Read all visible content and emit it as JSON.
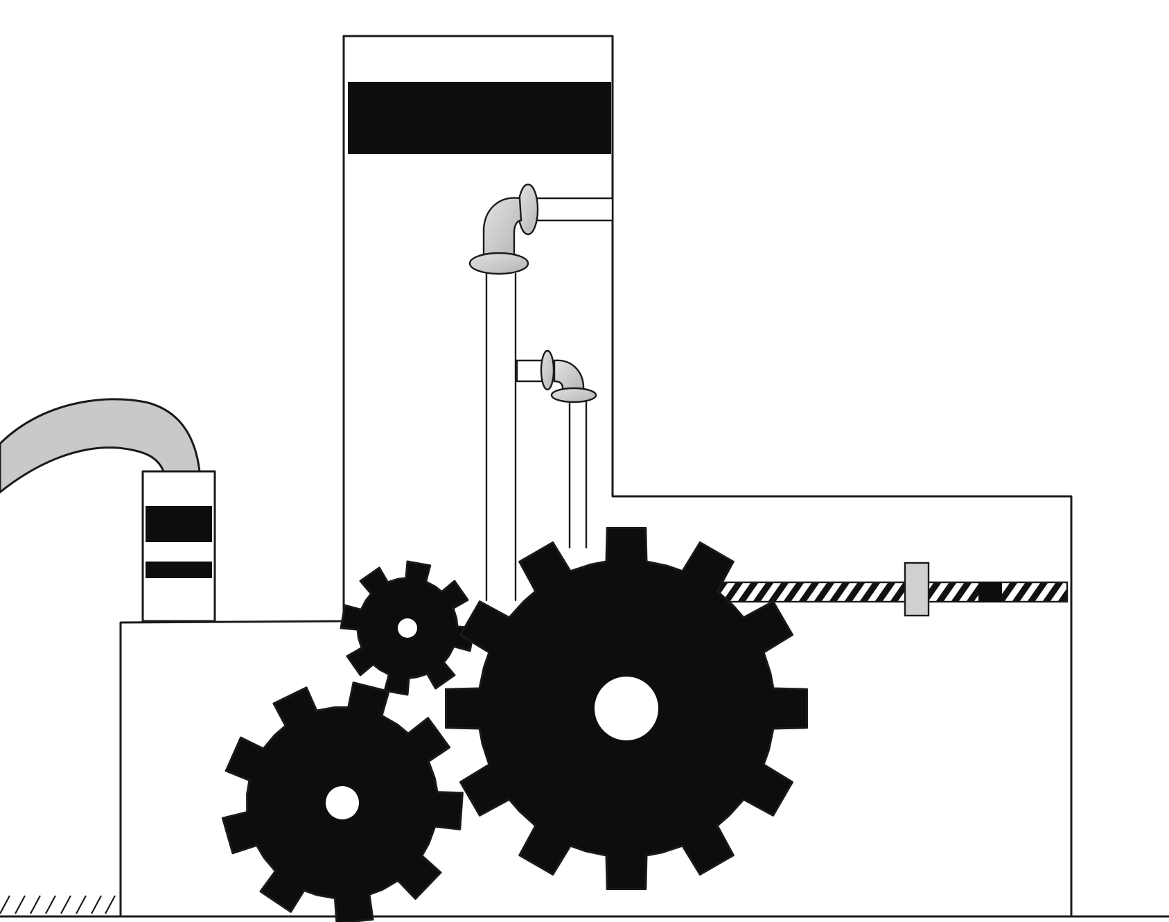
{
  "drawing": {
    "paper_color": "#ffffff",
    "ink_color": "#1a1a1a",
    "shade_color": "#c9c9c9",
    "fill_black": "#0d0d0d",
    "gears": [
      {
        "id": "small-gear",
        "teeth": 8
      },
      {
        "id": "left-gear",
        "teeth": 9
      },
      {
        "id": "large-gear",
        "teeth": 12
      }
    ]
  }
}
